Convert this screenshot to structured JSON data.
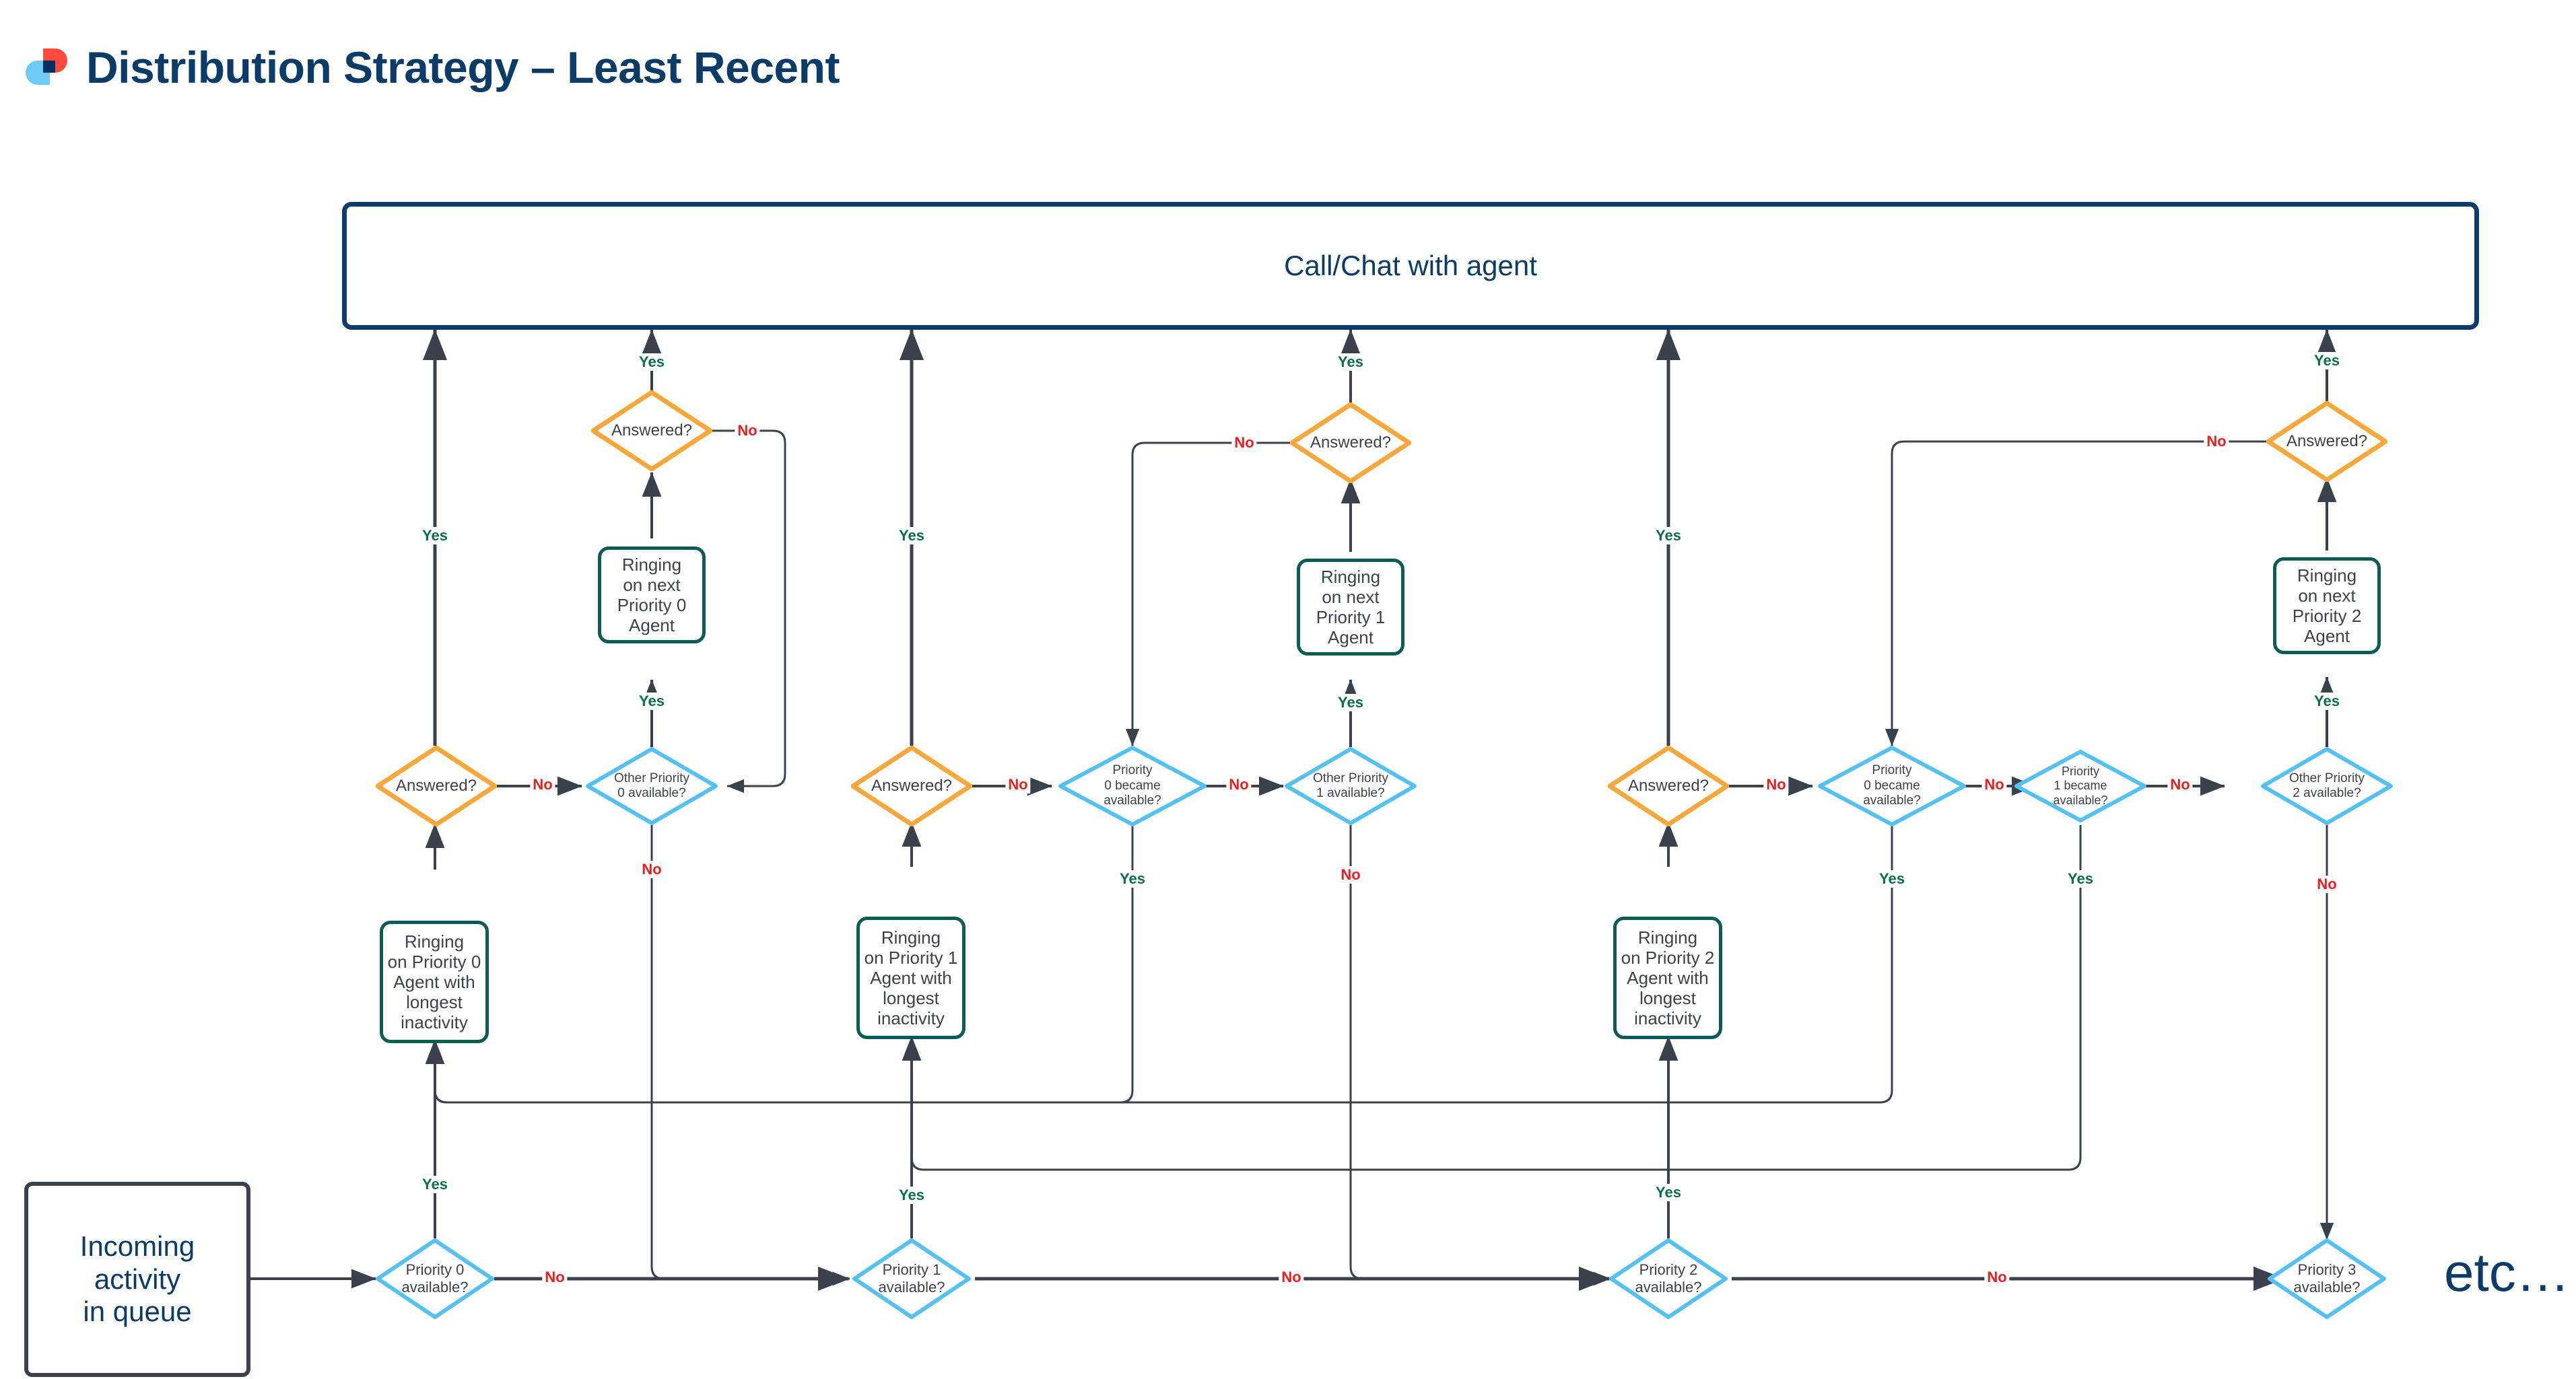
{
  "header": {
    "title": "Distribution Strategy – Least Recent",
    "logo_name": "brand-logo"
  },
  "colors": {
    "title_navy": "#0b3b67",
    "topbar_border": "#0d3b6b",
    "startbox_border": "#3a414d",
    "process_border": "#0d5b56",
    "decision_blue": "#56c1f0",
    "decision_orange": "#f6a83c",
    "yes_green": "#0a6e4f",
    "no_red": "#ef1d1d",
    "node_text": "#3c434c",
    "wire": "#3a414d",
    "logo_red": "#fb4b3e",
    "logo_lightblue": "#6ecbf5",
    "logo_navy": "#053060"
  },
  "nodes": {
    "call_chat": "Call/Chat with agent",
    "incoming": "Incoming\nactivity\nin queue",
    "etc": "etc…",
    "p0_available": "Priority 0\navailable?",
    "p1_available": "Priority 1\navailable?",
    "p2_available": "Priority 2\navailable?",
    "p3_available": "Priority 3\navailable?",
    "ringing_p0_longest": "Ringing\non Priority 0\nAgent with\nlongest\ninactivity",
    "ringing_p1_longest": "Ringing\non Priority 1\nAgent with\nlongest\ninactivity",
    "ringing_p2_longest": "Ringing\non Priority 2\nAgent with\nlongest\ninactivity",
    "answered_0": "Answered?",
    "answered_0b": "Answered?",
    "answered_1": "Answered?",
    "answered_1b": "Answered?",
    "answered_2": "Answered?",
    "answered_2b": "Answered?",
    "other_p0_available": "Other Priority\n0 available?",
    "other_p1_available": "Other Priority\n1 available?",
    "other_p2_available": "Other Priority\n2 available?",
    "p0_became_available_a": "Priority\n0 became\navailable?",
    "p0_became_available_b": "Priority\n0 became\navailable?",
    "p1_became_available": "Priority\n1 became\navailable?",
    "ringing_next_p0": "Ringing\non next\nPriority 0\nAgent",
    "ringing_next_p1": "Ringing\non next\nPriority 1\nAgent",
    "ringing_next_p2": "Ringing\non next\nPriority 2\nAgent"
  },
  "edge_labels": {
    "yes": "Yes",
    "no": "No"
  },
  "edges": [
    {
      "id": "e-incoming-p0",
      "label": "",
      "from": "incoming",
      "to": "p0_available"
    },
    {
      "id": "e-p0avail-yes",
      "label": "Yes",
      "from": "p0_available",
      "to": "ringing_p0_longest"
    },
    {
      "id": "e-p0avail-no",
      "label": "No",
      "from": "p0_available",
      "to": "p1_available"
    },
    {
      "id": "e-ring0-answered0",
      "label": "",
      "from": "ringing_p0_longest",
      "to": "answered_0"
    },
    {
      "id": "e-answered0-yes",
      "label": "Yes",
      "from": "answered_0",
      "to": "call_chat"
    },
    {
      "id": "e-answered0-no",
      "label": "No",
      "from": "answered_0",
      "to": "other_p0_available"
    },
    {
      "id": "e-otherp0-yes",
      "label": "Yes",
      "from": "other_p0_available",
      "to": "ringing_next_p0"
    },
    {
      "id": "e-otherp0-no",
      "label": "No",
      "from": "other_p0_available",
      "to": "p1_available"
    },
    {
      "id": "e-ringnext0-answered0b",
      "label": "",
      "from": "ringing_next_p0",
      "to": "answered_0b"
    },
    {
      "id": "e-answered0b-yes",
      "label": "Yes",
      "from": "answered_0b",
      "to": "call_chat"
    },
    {
      "id": "e-answered0b-no",
      "label": "No",
      "from": "answered_0b",
      "to": "other_p0_available"
    },
    {
      "id": "e-p1avail-yes",
      "label": "Yes",
      "from": "p1_available",
      "to": "ringing_p1_longest"
    },
    {
      "id": "e-p1avail-no",
      "label": "No",
      "from": "p1_available",
      "to": "p2_available"
    },
    {
      "id": "e-ring1-answered1",
      "label": "",
      "from": "ringing_p1_longest",
      "to": "answered_1"
    },
    {
      "id": "e-answered1-yes",
      "label": "Yes",
      "from": "answered_1",
      "to": "call_chat"
    },
    {
      "id": "e-answered1-no",
      "label": "No",
      "from": "answered_1",
      "to": "p0_became_available_a"
    },
    {
      "id": "e-p0became-a-yes",
      "label": "Yes",
      "from": "p0_became_available_a",
      "to": "ringing_p0_longest"
    },
    {
      "id": "e-p0became-a-no",
      "label": "No",
      "from": "p0_became_available_a",
      "to": "other_p1_available"
    },
    {
      "id": "e-otherp1-yes",
      "label": "Yes",
      "from": "other_p1_available",
      "to": "ringing_next_p1"
    },
    {
      "id": "e-otherp1-no",
      "label": "No",
      "from": "other_p1_available",
      "to": "p2_available"
    },
    {
      "id": "e-ringnext1-answered1b",
      "label": "",
      "from": "ringing_next_p1",
      "to": "answered_1b"
    },
    {
      "id": "e-answered1b-yes",
      "label": "Yes",
      "from": "answered_1b",
      "to": "call_chat"
    },
    {
      "id": "e-answered1b-no",
      "label": "No",
      "from": "answered_1b",
      "to": "p0_became_available_a"
    },
    {
      "id": "e-p2avail-yes",
      "label": "Yes",
      "from": "p2_available",
      "to": "ringing_p2_longest"
    },
    {
      "id": "e-p2avail-no",
      "label": "No",
      "from": "p2_available",
      "to": "p3_available"
    },
    {
      "id": "e-ring2-answered2",
      "label": "",
      "from": "ringing_p2_longest",
      "to": "answered_2"
    },
    {
      "id": "e-answered2-yes",
      "label": "Yes",
      "from": "answered_2",
      "to": "call_chat"
    },
    {
      "id": "e-answered2-no",
      "label": "No",
      "from": "answered_2",
      "to": "p0_became_available_b"
    },
    {
      "id": "e-p0became-b-yes",
      "label": "Yes",
      "from": "p0_became_available_b",
      "to": "ringing_p0_longest"
    },
    {
      "id": "e-p0became-b-no",
      "label": "No",
      "from": "p0_became_available_b",
      "to": "p1_became_available"
    },
    {
      "id": "e-p1became-yes",
      "label": "Yes",
      "from": "p1_became_available",
      "to": "ringing_p1_longest"
    },
    {
      "id": "e-p1became-no",
      "label": "No",
      "from": "p1_became_available",
      "to": "other_p2_available"
    },
    {
      "id": "e-otherp2-yes",
      "label": "Yes",
      "from": "other_p2_available",
      "to": "ringing_next_p2"
    },
    {
      "id": "e-otherp2-no",
      "label": "No",
      "from": "other_p2_available",
      "to": "p3_available"
    },
    {
      "id": "e-ringnext2-answered2b",
      "label": "",
      "from": "ringing_next_p2",
      "to": "answered_2b"
    },
    {
      "id": "e-answered2b-yes",
      "label": "Yes",
      "from": "answered_2b",
      "to": "call_chat"
    },
    {
      "id": "e-answered2b-no",
      "label": "No",
      "from": "answered_2b",
      "to": "p0_became_available_b"
    }
  ]
}
